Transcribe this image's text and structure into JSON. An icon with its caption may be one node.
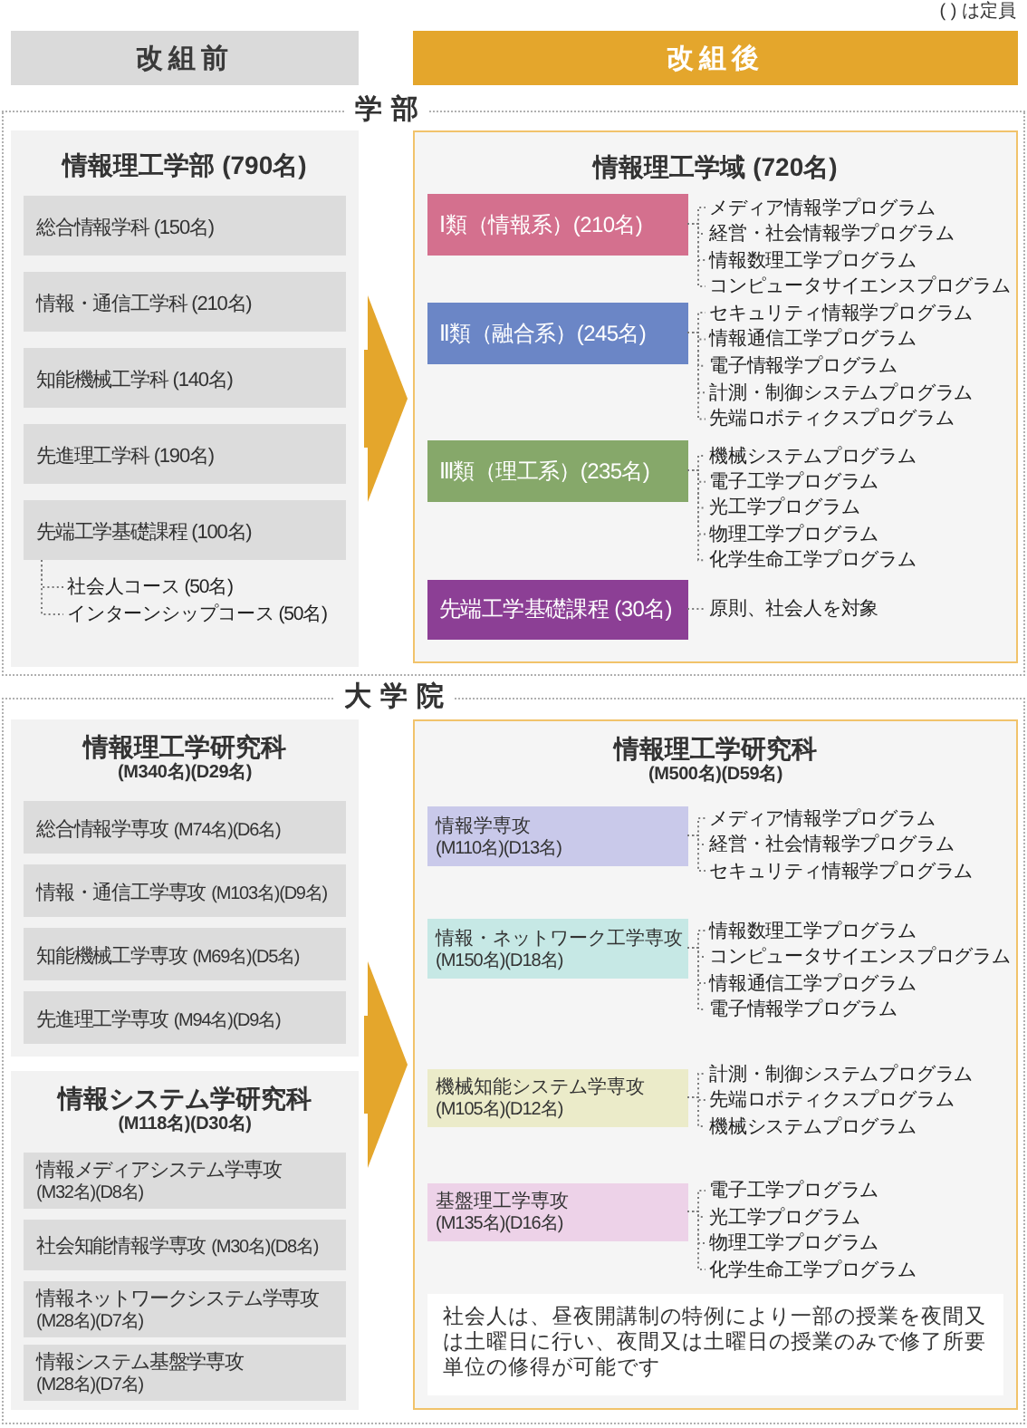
{
  "diagram": {
    "nodes": [
      {
        "text": [
          "改組前"
        ]
      },
      {
        "text": [
          "改組後"
        ]
      },
      {
        "text": [
          "学部"
        ]
      },
      {
        "text": [
          "情報理工学部 (790名)"
        ],
        "in": 2
      },
      {
        "text": [
          "総合情報学科 (150名)"
        ],
        "in": 3
      },
      {
        "text": [
          "情報・通信工学科 (210名)"
        ],
        "in": 3
      },
      {
        "text": [
          "知能機械工学科 (140名)"
        ],
        "in": 3
      },
      {
        "text": [
          "先進理工学科 (190名)"
        ],
        "in": 3
      },
      {
        "text": [
          "先端工学基礎課程 (100名)"
        ],
        "in": 3
      },
      {
        "text": [
          "社会人コース (50名)"
        ],
        "in": 3
      },
      {
        "text": [
          "インターンシップコース (50名)"
        ],
        "in": 3
      },
      {
        "text": [
          "情報理工学域 (720名)"
        ],
        "in": 2
      },
      {
        "text": [
          "Ⅰ類（情報系）(210名)"
        ],
        "in": 11
      },
      {
        "text": [
          "メディア情報学プログラム"
        ],
        "in": 11
      },
      {
        "text": [
          "経営・社会情報学プログラム"
        ],
        "in": 11
      },
      {
        "text": [
          "情報数理工学プログラム"
        ],
        "in": 11
      },
      {
        "text": [
          "コンピュータサイエンスプログラム"
        ],
        "in": 11
      },
      {
        "text": [
          "Ⅱ類（融合系）(245名)"
        ],
        "in": 11
      },
      {
        "text": [
          "セキュリティ情報学プログラム"
        ],
        "in": 11
      },
      {
        "text": [
          "情報通信工学プログラム"
        ],
        "in": 11
      },
      {
        "text": [
          "電子情報学プログラム"
        ],
        "in": 11
      },
      {
        "text": [
          "計測・制御システムプログラム"
        ],
        "in": 11
      },
      {
        "text": [
          "先端ロボティクスプログラム"
        ],
        "in": 11
      },
      {
        "text": [
          "Ⅲ類（理工系）(235名)"
        ],
        "in": 11
      },
      {
        "text": [
          "機械システムプログラム"
        ],
        "in": 11
      },
      {
        "text": [
          "電子工学プログラム"
        ],
        "in": 11
      },
      {
        "text": [
          "光工学プログラム"
        ],
        "in": 11
      },
      {
        "text": [
          "物理工学プログラム"
        ],
        "in": 11
      },
      {
        "text": [
          "化学生命工学プログラム"
        ],
        "in": 11
      },
      {
        "text": [
          "先端工学基礎課程 (30名)"
        ],
        "in": 11
      },
      {
        "text": [
          "原則、社会人を対象"
        ],
        "in": 11
      },
      {
        "text": [
          "大学院"
        ]
      },
      {
        "text": [
          "情報理工学研究科",
          "(M340名)(D29名)"
        ],
        "in": 31
      },
      {
        "text": [
          "総合情報学専攻",
          "(M74名)(D6名)"
        ],
        "in": 32
      },
      {
        "text": [
          "情報・通信工学専攻",
          "(M103名)(D9名)"
        ],
        "in": 32
      },
      {
        "text": [
          "知能機械工学専攻",
          "(M69名)(D5名)"
        ],
        "in": 32
      },
      {
        "text": [
          "先進理工学専攻",
          "(M94名)(D9名)"
        ],
        "in": 32
      },
      {
        "text": [
          "情報システム学研究科",
          "(M118名)(D30名)"
        ],
        "in": 31
      },
      {
        "text": [
          "情報メディアシステム学専攻",
          "(M32名)(D8名)"
        ],
        "in": 37
      },
      {
        "text": [
          "社会知能情報学専攻",
          "(M30名)(D8名)"
        ],
        "in": 37
      },
      {
        "text": [
          "情報ネットワークシステム学専攻",
          "(M28名)(D7名)"
        ],
        "in": 37
      },
      {
        "text": [
          "情報システム基盤学専攻",
          "(M28名)(D7名)"
        ],
        "in": 37
      },
      {
        "text": [
          "情報理工学研究科",
          "(M500名)(D59名)"
        ],
        "in": 31
      },
      {
        "text": [
          "情報学専攻",
          "(M110名)(D13名)"
        ],
        "in": 42
      },
      {
        "text": [
          "メディア情報学プログラム"
        ],
        "in": 42
      },
      {
        "text": [
          "経営・社会情報学プログラム"
        ],
        "in": 42
      },
      {
        "text": [
          "セキュリティ情報学プログラム"
        ],
        "in": 42
      },
      {
        "text": [
          "情報・ネットワーク工学専攻",
          "(M150名)(D18名)"
        ],
        "in": 42
      },
      {
        "text": [
          "情報数理工学プログラム"
        ],
        "in": 42
      },
      {
        "text": [
          "コンピュータサイエンスプログラム"
        ],
        "in": 42
      },
      {
        "text": [
          "情報通信工学プログラム"
        ],
        "in": 42
      },
      {
        "text": [
          "電子情報学プログラム"
        ],
        "in": 42
      },
      {
        "text": [
          "機械知能システム学専攻",
          "(M105名)(D12名)"
        ],
        "in": 42
      },
      {
        "text": [
          "計測・制御システムプログラム"
        ],
        "in": 42
      },
      {
        "text": [
          "先端ロボティクスプログラム"
        ],
        "in": 42
      },
      {
        "text": [
          "機械システムプログラム"
        ],
        "in": 42
      },
      {
        "text": [
          "基盤理工学専攻",
          "(M135名)(D16名)"
        ],
        "in": 42
      },
      {
        "text": [
          "電子工学プログラム"
        ],
        "in": 42
      },
      {
        "text": [
          "光工学プログラム"
        ],
        "in": 42
      },
      {
        "text": [
          "物理工学プログラム"
        ],
        "in": 42
      },
      {
        "text": [
          "化学生命工学プログラム"
        ],
        "in": 42
      },
      {
        "text": [
          "社会人は、昼夜開講制の特例により一部の授業を夜間又は土曜日に行い、夜間又は土曜日の授業のみで修了所要単位の修得が可能です"
        ],
        "in": 42
      }
    ],
    "edges": [
      {
        "from": 3,
        "to": 11,
        "arrow": "to",
        "style": "thick",
        "color": "#e4a62c"
      },
      {
        "from": 8,
        "to": 9,
        "arrow": "none",
        "style": "dashed"
      },
      {
        "from": 8,
        "to": 10,
        "arrow": "none",
        "style": "dashed"
      },
      {
        "from": 12,
        "to": 13,
        "arrow": "none",
        "style": "dashed"
      },
      {
        "from": 12,
        "to": 14,
        "arrow": "none",
        "style": "dashed"
      },
      {
        "from": 12,
        "to": 15,
        "arrow": "none",
        "style": "dashed"
      },
      {
        "from": 12,
        "to": 16,
        "arrow": "none",
        "style": "dashed"
      },
      {
        "from": 17,
        "to": 18,
        "arrow": "none",
        "style": "dashed"
      },
      {
        "from": 17,
        "to": 19,
        "arrow": "none",
        "style": "dashed"
      },
      {
        "from": 17,
        "to": 20,
        "arrow": "none",
        "style": "dashed"
      },
      {
        "from": 17,
        "to": 21,
        "arrow": "none",
        "style": "dashed"
      },
      {
        "from": 17,
        "to": 22,
        "arrow": "none",
        "style": "dashed"
      },
      {
        "from": 23,
        "to": 24,
        "arrow": "none",
        "style": "dashed"
      },
      {
        "from": 23,
        "to": 25,
        "arrow": "none",
        "style": "dashed"
      },
      {
        "from": 23,
        "to": 26,
        "arrow": "none",
        "style": "dashed"
      },
      {
        "from": 23,
        "to": 27,
        "arrow": "none",
        "style": "dashed"
      },
      {
        "from": 23,
        "to": 28,
        "arrow": "none",
        "style": "dashed"
      },
      {
        "from": 29,
        "to": 30,
        "arrow": "none",
        "style": "dashed"
      },
      {
        "from": 32,
        "to": 42,
        "arrow": "to",
        "style": "thick",
        "color": "#e4a62c"
      },
      {
        "from": 37,
        "to": 42,
        "arrow": "to",
        "style": "thick",
        "color": "#e4a62c"
      },
      {
        "from": 43,
        "to": 44,
        "arrow": "none",
        "style": "dashed"
      },
      {
        "from": 43,
        "to": 45,
        "arrow": "none",
        "style": "dashed"
      },
      {
        "from": 43,
        "to": 46,
        "arrow": "none",
        "style": "dashed"
      },
      {
        "from": 47,
        "to": 48,
        "arrow": "none",
        "style": "dashed"
      },
      {
        "from": 47,
        "to": 49,
        "arrow": "none",
        "style": "dashed"
      },
      {
        "from": 47,
        "to": 50,
        "arrow": "none",
        "style": "dashed"
      },
      {
        "from": 47,
        "to": 51,
        "arrow": "none",
        "style": "dashed"
      },
      {
        "from": 52,
        "to": 53,
        "arrow": "none",
        "style": "dashed"
      },
      {
        "from": 52,
        "to": 54,
        "arrow": "none",
        "style": "dashed"
      },
      {
        "from": 52,
        "to": 55,
        "arrow": "none",
        "style": "dashed"
      },
      {
        "from": 56,
        "to": 57,
        "arrow": "none",
        "style": "dashed"
      },
      {
        "from": 56,
        "to": 58,
        "arrow": "none",
        "style": "dashed"
      },
      {
        "from": 56,
        "to": 59,
        "arrow": "none",
        "style": "dashed"
      },
      {
        "from": 56,
        "to": 60,
        "arrow": "none",
        "style": "dashed"
      }
    ],
    "labels": [
      "( ) は定員"
    ]
  }
}
